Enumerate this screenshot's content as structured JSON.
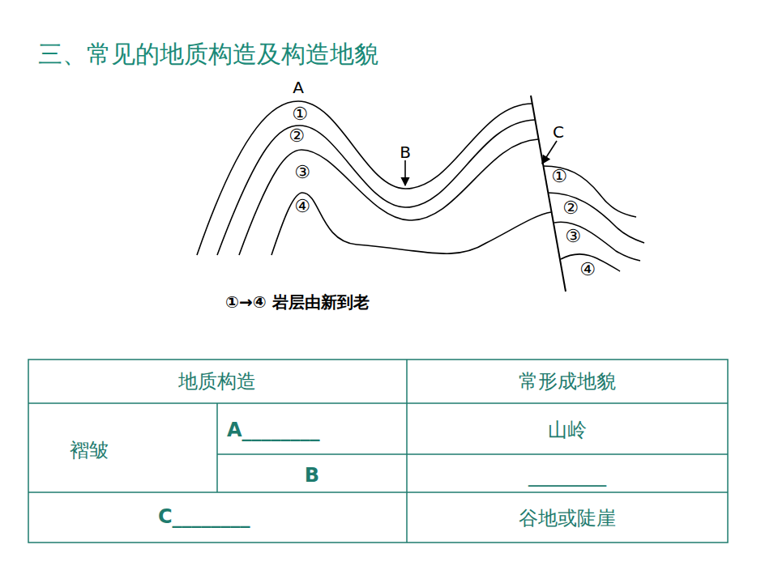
{
  "diagram": {
    "title": "三、常见的地质构造及构造地貌",
    "labels": [
      "A",
      "①",
      "②",
      "③",
      "④",
      "B",
      "C",
      "①",
      "②",
      "③",
      "④",
      "①→④ 岩层由新到老",
      "地质构造",
      "常形成地貌",
      "褶皱",
      "A________",
      "山岭",
      "B",
      "________",
      "C________",
      "谷地或陡崖"
    ]
  }
}
